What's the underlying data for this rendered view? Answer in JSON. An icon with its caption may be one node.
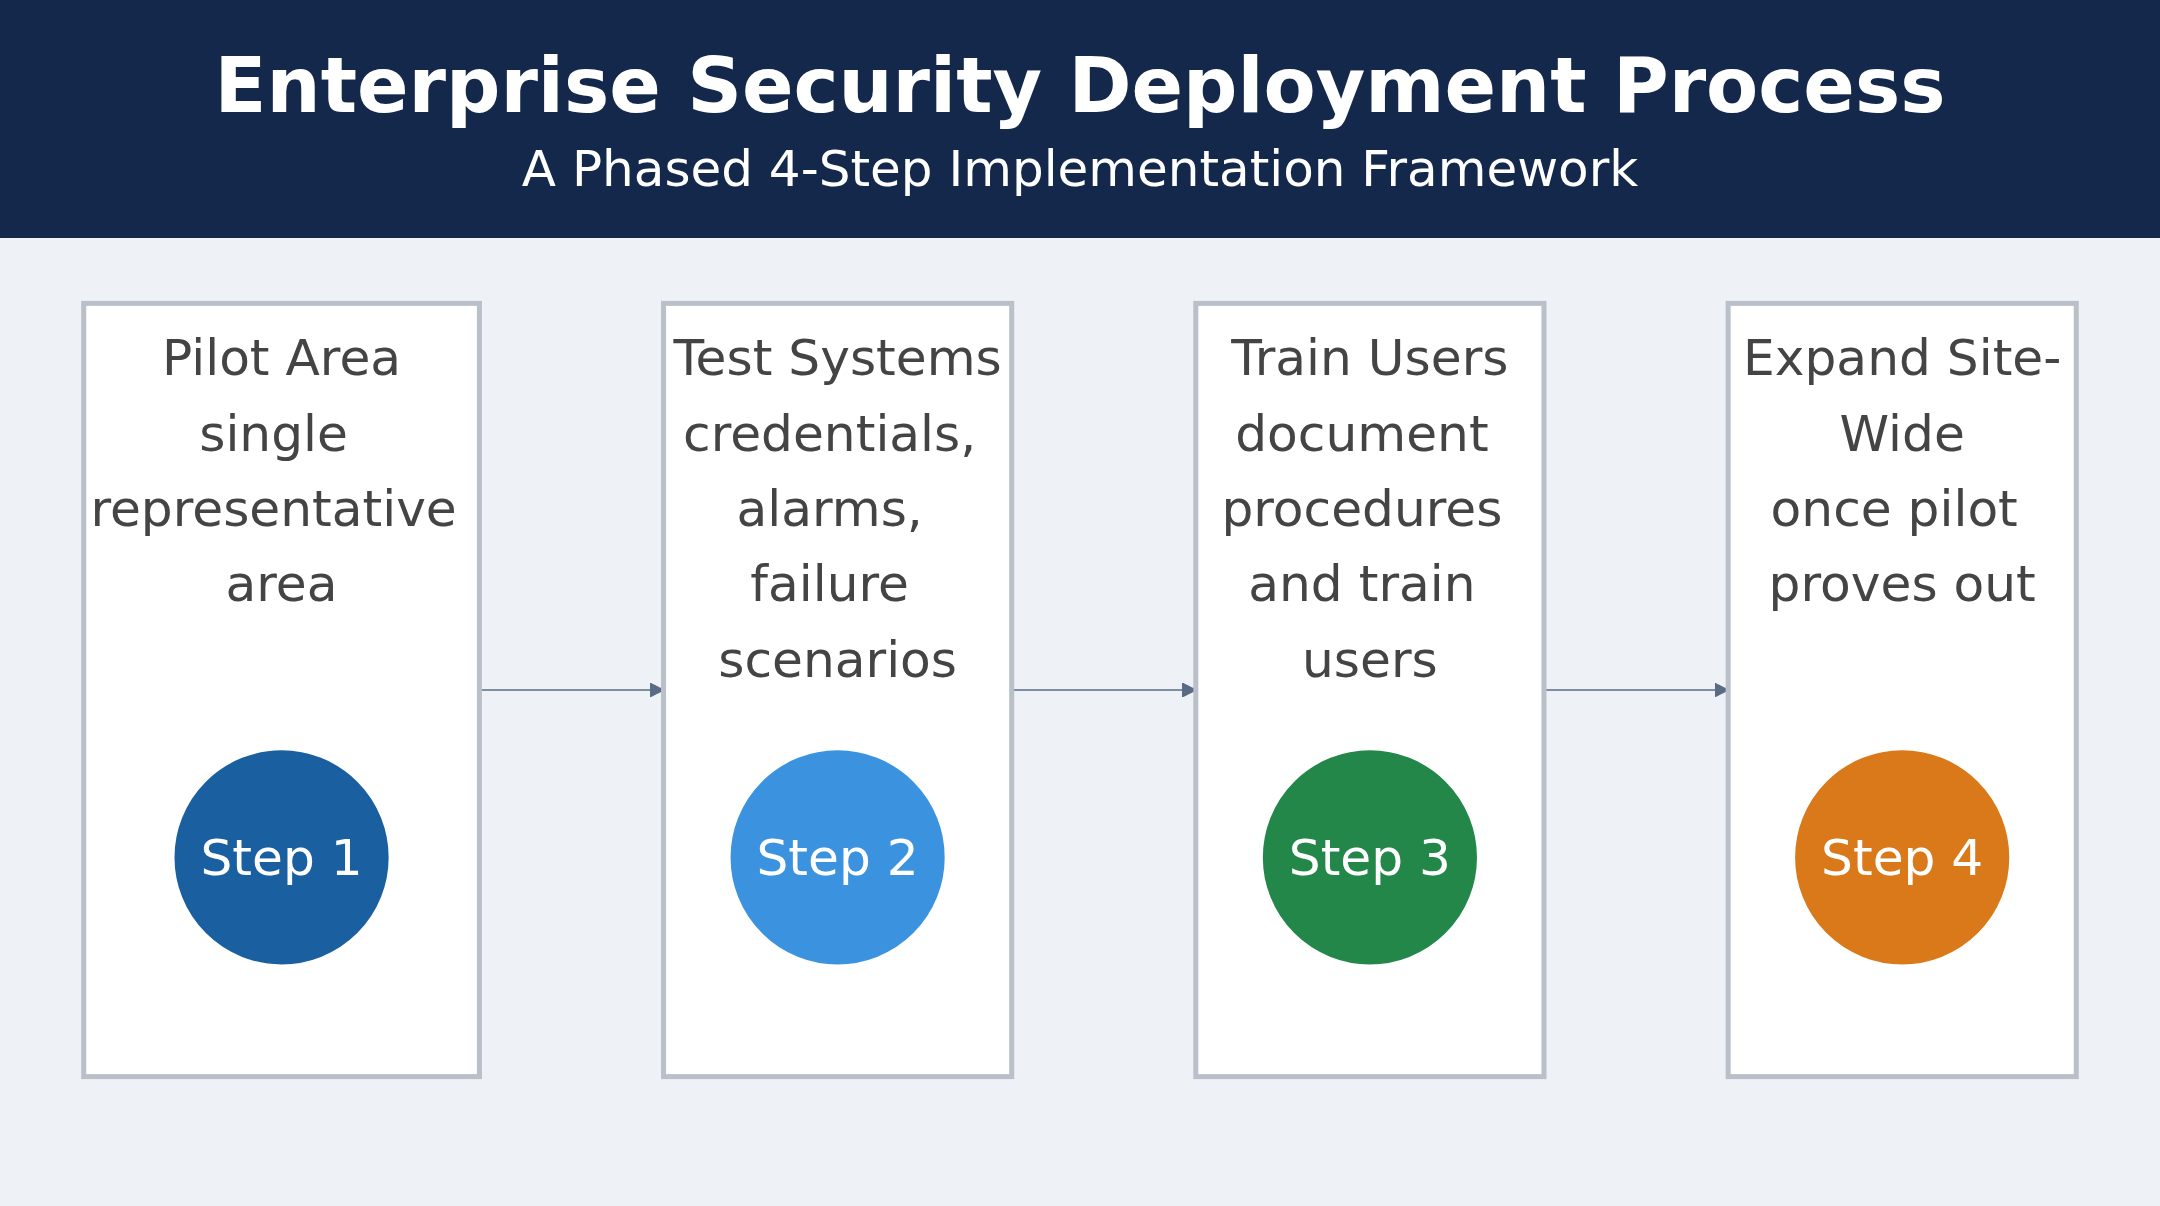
{
  "diagram": {
    "title": "Enterprise Security Deployment Process",
    "nodes": [
      {
        "text": [
          "Pilot Area",
          "single representative area"
        ]
      },
      {
        "text": [
          "Step 1"
        ],
        "in": 0
      },
      {
        "text": [
          "Test Systems",
          "credentials, alarms, failure scenarios"
        ]
      },
      {
        "text": [
          "Step 2"
        ],
        "in": 2
      },
      {
        "text": [
          "Train Users",
          "document procedures and train users"
        ]
      },
      {
        "text": [
          "Step 3"
        ],
        "in": 4
      },
      {
        "text": [
          "Expand Site-Wide",
          "once pilot proves out"
        ]
      },
      {
        "text": [
          "Step 4"
        ],
        "in": 6
      }
    ],
    "edges": [
      {
        "from": 0,
        "to": 2,
        "arrow": "to"
      },
      {
        "from": 2,
        "to": 4,
        "arrow": "to"
      },
      {
        "from": 4,
        "to": 6,
        "arrow": "to"
      }
    ],
    "labels": [
      "A Phased 4-Step Implementation Framework"
    ]
  }
}
